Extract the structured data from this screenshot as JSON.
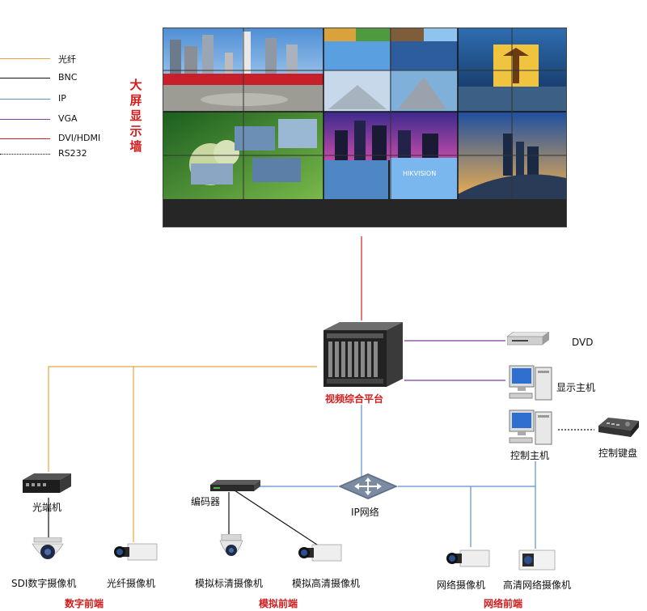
{
  "legend": [
    {
      "label": "光纤",
      "color": "#e9a441",
      "style": "solid"
    },
    {
      "label": "BNC",
      "color": "#111111",
      "style": "solid"
    },
    {
      "label": "IP",
      "color": "#5b8fd1",
      "style": "solid"
    },
    {
      "label": "VGA",
      "color": "#7b3fa0",
      "style": "solid"
    },
    {
      "label": "DVI/HDMI",
      "color": "#d21d1d",
      "style": "solid"
    },
    {
      "label": "RS232",
      "color": "#111111",
      "style": "dotted"
    }
  ],
  "wall": {
    "title_chars": [
      "大",
      "屏",
      "显",
      "示",
      "墙"
    ],
    "logo_text": "HIKVISION"
  },
  "nodes": {
    "platform": "视频综合平台",
    "dvd": "DVD",
    "display_host": "显示主机",
    "control_host": "控制主机",
    "keyboard": "控制键盘",
    "ip_network": "IP网络",
    "optical_terminal": "光端机",
    "encoder": "编码器",
    "sdi_camera": "SDI数字摄像机",
    "fiber_camera": "光纤摄像机",
    "analog_sd_camera": "模拟标清摄像机",
    "analog_hd_camera": "模拟高清摄像机",
    "network_camera": "网络摄像机",
    "hd_network_camera": "高清网络摄像机"
  },
  "sections": {
    "digital": "数字前端",
    "analog": "模拟前端",
    "network": "网络前端"
  }
}
